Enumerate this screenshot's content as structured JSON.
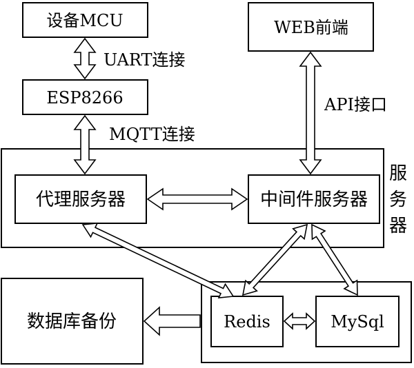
{
  "nodes": {
    "device_mcu": "设备MCU",
    "esp8266": "ESP8266",
    "web_frontend": "WEB前端",
    "proxy_server": "代理服务器",
    "middleware_server": "中间件服务器",
    "redis": "Redis",
    "mysql": "MySql",
    "db_backup": "数据库备份"
  },
  "labels": {
    "uart": "UART连接",
    "mqtt": "MQTT连接",
    "api": "API接口",
    "server_group": [
      "服",
      "务",
      "器"
    ]
  }
}
